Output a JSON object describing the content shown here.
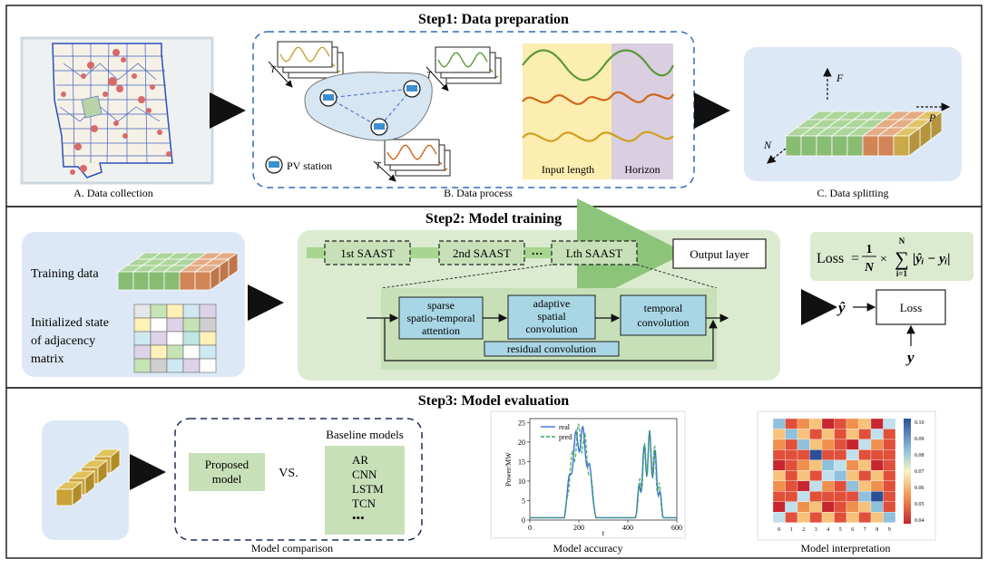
{
  "step1": {
    "title": "Step1: Data preparation",
    "caption_a": "A. Data collection",
    "caption_b": "B. Data process",
    "caption_c": "C. Data splitting",
    "pv_station": "PV station",
    "input_length": "Input length",
    "horizon": "Horizon",
    "axis_t": "T",
    "axis_f": "F",
    "axis_p": "P",
    "axis_n": "N"
  },
  "step2": {
    "title": "Step2: Model training",
    "training_data": "Training data",
    "init_state_1": "Initialized state",
    "init_state_2": "of adjacency",
    "init_state_3": "matrix",
    "saast_1": "1st SAAST",
    "saast_2": "2nd SAAST",
    "saast_dots": "···",
    "saast_l": "Lth SAAST",
    "output_layer": "Output layer",
    "sparse_1": "sparse",
    "sparse_2": "spatio-temporal",
    "sparse_3": "attention",
    "adaptive_1": "adaptive",
    "adaptive_2": "spatial",
    "adaptive_3": "convolution",
    "temporal_1": "temporal",
    "temporal_2": "convolution",
    "residual": "residual convolution",
    "loss_label": "Loss",
    "loss_lhs": "Loss",
    "loss_eq": "=",
    "loss_num": "1",
    "loss_den": "N",
    "loss_times": "×",
    "loss_sum": "∑",
    "loss_sum_top": "N",
    "loss_sum_bottom": "i=1",
    "loss_body": "|ŷᵢ − yᵢ|",
    "y_hat": "ŷ",
    "y": "y"
  },
  "step3": {
    "title": "Step3: Model evaluation",
    "proposed_1": "Proposed",
    "proposed_2": "model",
    "vs": "VS.",
    "baseline_title": "Baseline models",
    "baselines": [
      "AR",
      "CNN",
      "LSTM",
      "TCN",
      "•••"
    ],
    "caption_comparison": "Model comparison",
    "caption_accuracy": "Model accuracy",
    "caption_interpretation": "Model interpretation"
  },
  "accuracy_chart": {
    "type": "line",
    "ylabel": "Power/MW",
    "xlabel": "t",
    "xlim": [
      0,
      600
    ],
    "ylim": [
      0,
      26
    ],
    "x_ticks": [
      "0",
      "200",
      "400",
      "600"
    ],
    "y_ticks": [
      "0",
      "5",
      "10",
      "15",
      "20",
      "25"
    ],
    "legend": [
      "real",
      "pred"
    ],
    "colors": {
      "real": "#3b6fd6",
      "pred": "#3aa55a"
    }
  },
  "heatmap": {
    "x_ticks": [
      "0",
      "1",
      "2",
      "3",
      "4",
      "5",
      "6",
      "7",
      "8",
      "9"
    ],
    "colorbar_ticks": [
      "0.10",
      "0.09",
      "0.08",
      "0.07",
      "0.06",
      "0.05",
      "0.04"
    ]
  },
  "colors": {
    "frame": "#222",
    "panel_blue": "#dce8f5",
    "panel_green": "#dcebd0",
    "green_box": "#c7e0b8",
    "process_box": "#a9d6e5",
    "dashed_blue": "#2f6db5",
    "cube_green": "#8fc07a",
    "cube_orange": "#d98c55",
    "cube_gold": "#c9a338"
  }
}
